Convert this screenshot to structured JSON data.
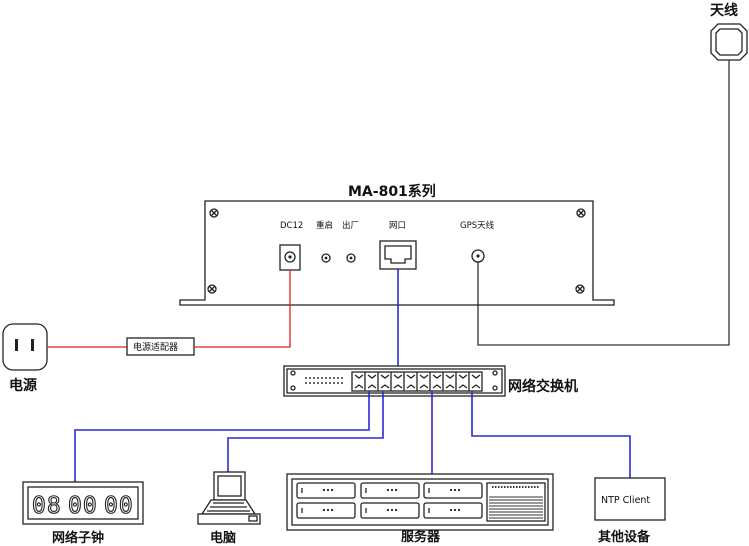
{
  "device": {
    "title": "MA-801系列",
    "ports": {
      "dc": "DC12",
      "reset": "重启",
      "factory": "出厂",
      "network": "网口",
      "gps": "GPS天线"
    }
  },
  "antenna": {
    "label": "天线"
  },
  "power": {
    "label": "电源",
    "adapter": "电源适配器"
  },
  "switch": {
    "label": "网络交换机"
  },
  "clock": {
    "label": "网络子钟",
    "display": [
      "08",
      "00",
      "00"
    ]
  },
  "computer": {
    "label": "电脑"
  },
  "server": {
    "label": "服务器"
  },
  "other": {
    "label": "其他设备",
    "box_text": "NTP Client"
  },
  "colors": {
    "network_wire": "#2a2ad6",
    "power_wire": "#e02020",
    "antenna_wire": "#333333"
  }
}
